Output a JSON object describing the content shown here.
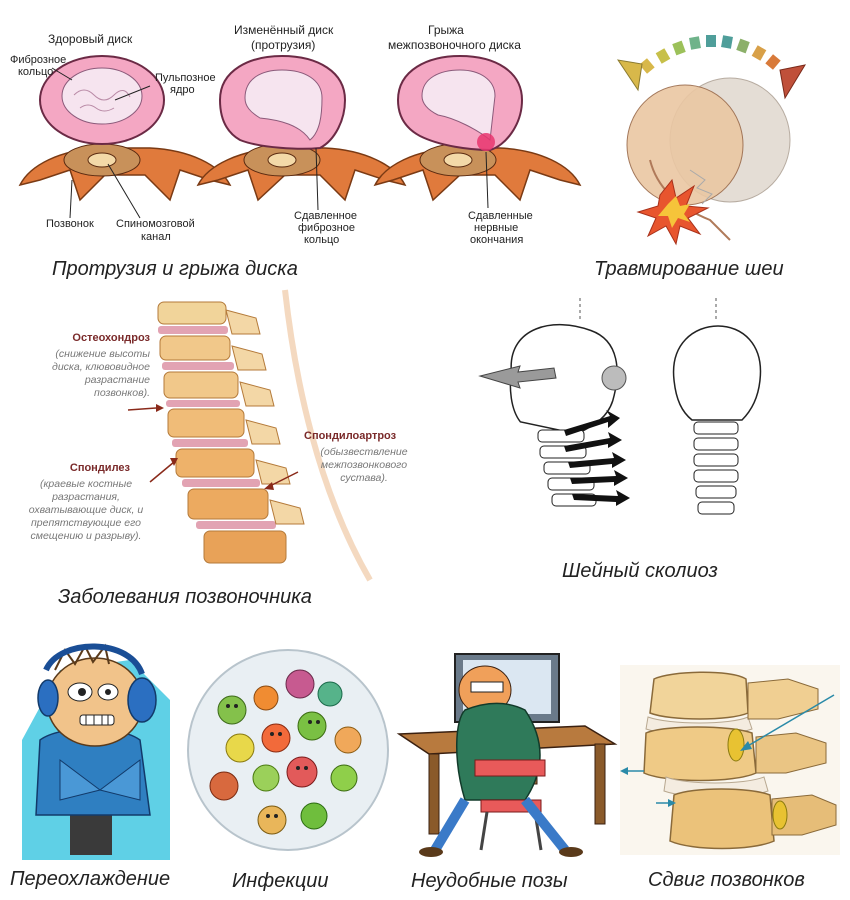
{
  "captions": {
    "disc": "Протрузия и грыжа диска",
    "neck": "Травмирование шеи",
    "spine_diseases": "Заболевания позвоночника",
    "scoliosis": "Шейный сколиоз",
    "cold": "Переохлаждение",
    "infections": "Инфекции",
    "posture": "Неудобные позы",
    "shift": "Сдвиг позвонков"
  },
  "disc_panel": {
    "titles": {
      "healthy": "Здоровый диск",
      "protrusion_line1": "Изменённый диск",
      "protrusion_line2": "(протрузия)",
      "hernia_line1": "Грыжа",
      "hernia_line2": "межпозвоночного диска"
    },
    "labels": {
      "fibrous_ring_1": "Фиброзное",
      "fibrous_ring_2": "кольцо",
      "nucleus_1": "Пульпозное",
      "nucleus_2": "ядро",
      "vertebra": "Позвонок",
      "canal_1": "Спиномозговой",
      "canal_2": "канал",
      "pressed_ring_1": "Сдавленное",
      "pressed_ring_2": "фиброзное",
      "pressed_ring_3": "кольцо",
      "nerves_1": "Сдавленные",
      "nerves_2": "нервные",
      "nerves_3": "окончания"
    }
  },
  "spine_panel": {
    "osteochondrosis": {
      "title": "Остеохондроз",
      "note_1": "(снижение высоты",
      "note_2": "диска, клювовидное",
      "note_3": "разрастание",
      "note_4": "позвонков)."
    },
    "spondylosis": {
      "title": "Спондилез",
      "note_1": "(краевые костные",
      "note_2": "разрастания,",
      "note_3": "охватывающие диск, и",
      "note_4": "препятствующие его",
      "note_5": "смещению и разрыву)."
    },
    "spondyloarthrosis": {
      "title": "Спондилоартроз",
      "note_1": "(обызвествление",
      "note_2": "межпозвонкового",
      "note_3": "сустава)."
    }
  },
  "colors": {
    "disc_pink": "#f4a7c3",
    "vertebra_orange": "#e07a3c",
    "bone_cream": "#f1d49a",
    "arrow_red": "#c0392b",
    "jacket_blue": "#2f7fc1",
    "petri_bg": "#e9eff3"
  }
}
